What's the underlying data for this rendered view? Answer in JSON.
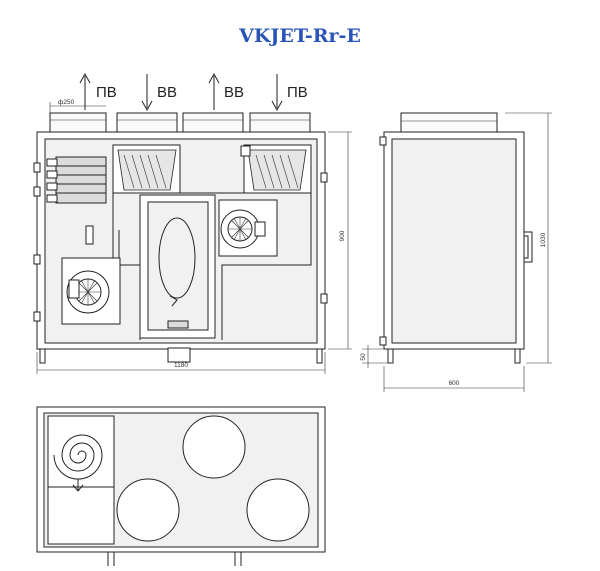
{
  "title": "VKJET-Rr-E",
  "flows": {
    "supply_out": "ПВ",
    "extract_in": "ВВ",
    "extract_out": "ВВ",
    "supply_in": "ПВ"
  },
  "dimensions": {
    "duct_diameter": "ф250",
    "front_width": "1180",
    "front_height": "900",
    "leg_height": "50",
    "side_width": "600",
    "side_height": "1030"
  },
  "arrows": {
    "supply_out": "up",
    "extract_in": "down",
    "extract_out": "up",
    "supply_in": "down"
  }
}
